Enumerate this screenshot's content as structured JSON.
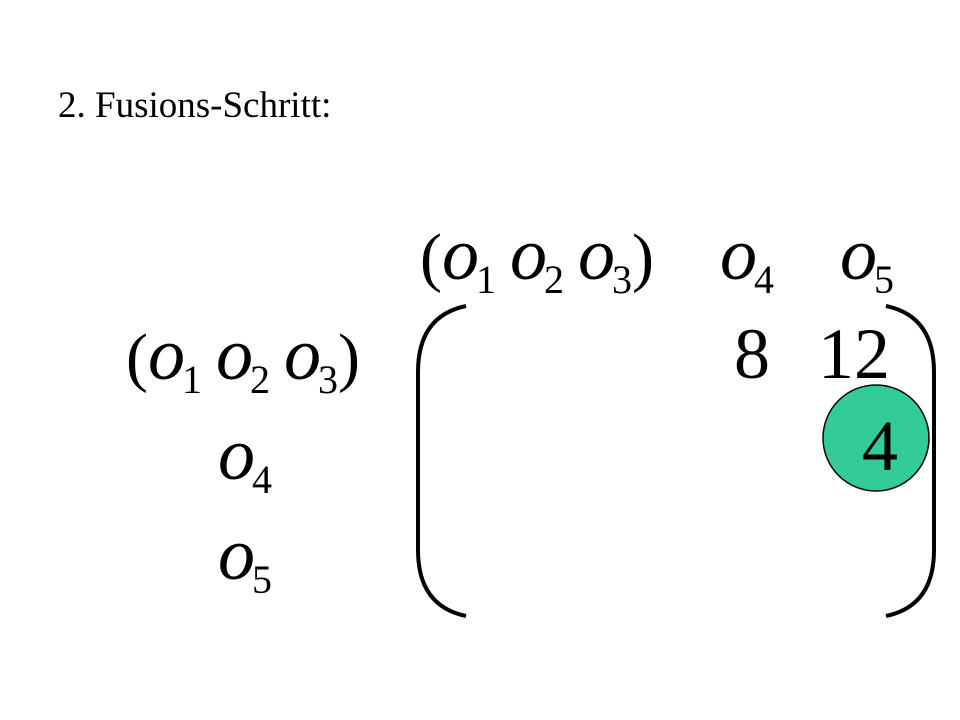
{
  "title": "2. Fusions-Schritt:",
  "columns": {
    "group": {
      "open": "(",
      "close": ")",
      "items": [
        {
          "var": "o",
          "sub": "1"
        },
        {
          "var": "o",
          "sub": "2"
        },
        {
          "var": "o",
          "sub": "3"
        }
      ]
    },
    "single": [
      {
        "var": "o",
        "sub": "4"
      },
      {
        "var": "o",
        "sub": "5"
      }
    ]
  },
  "rows": {
    "group": {
      "open": "(",
      "close": ")",
      "items": [
        {
          "var": "o",
          "sub": "1"
        },
        {
          "var": "o",
          "sub": "2"
        },
        {
          "var": "o",
          "sub": "3"
        }
      ]
    },
    "single": [
      {
        "var": "o",
        "sub": "4"
      },
      {
        "var": "o",
        "sub": "5"
      }
    ]
  },
  "matrix": {
    "cells": [
      {
        "label": "8"
      },
      {
        "label": "12"
      },
      {
        "label": "4",
        "highlighted": true
      }
    ],
    "highlight_color": "#33cc99"
  }
}
